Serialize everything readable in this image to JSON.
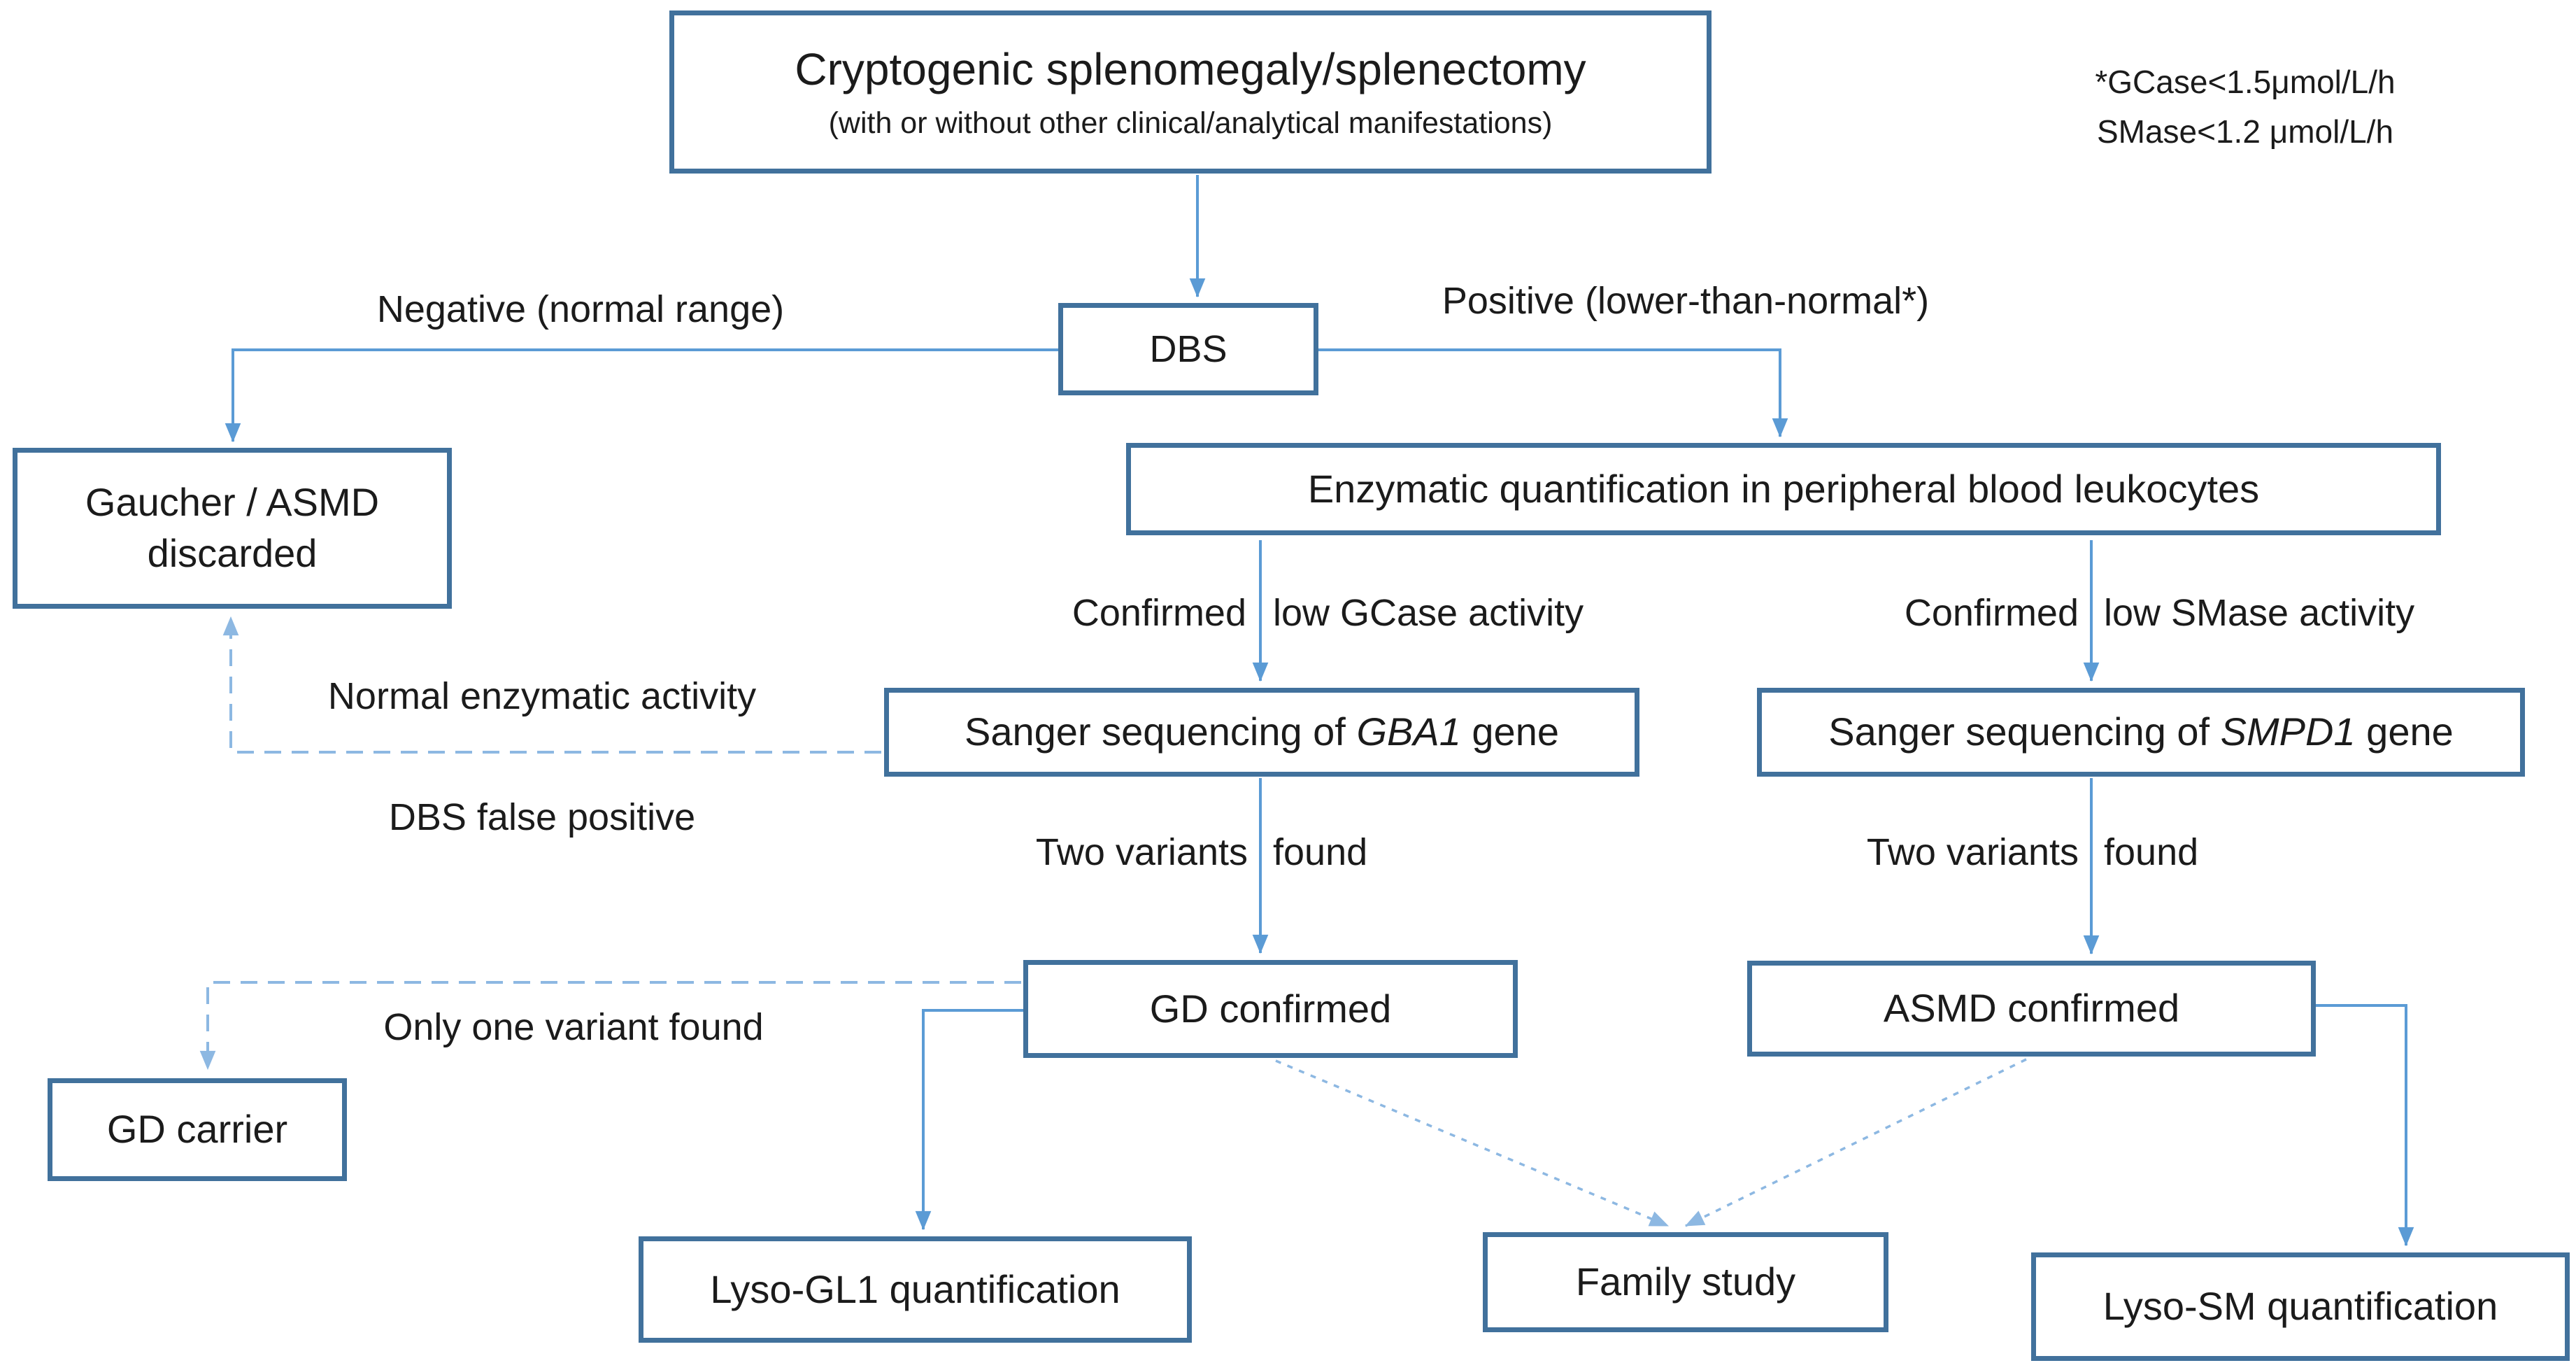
{
  "note": {
    "line1": "*GCase<1.5μmol/L/h",
    "line2": "SMase<1.2 μmol/L/h"
  },
  "nodes": {
    "cryptogenic": {
      "title": "Cryptogenic splenomegaly/splenectomy",
      "subtitle": "(with or without other clinical/analytical manifestations)"
    },
    "dbs": {
      "label": "DBS"
    },
    "discarded": {
      "line1": "Gaucher / ASMD",
      "line2": "discarded"
    },
    "enzymatic": {
      "label": "Enzymatic quantification in peripheral blood leukocytes"
    },
    "sanger_gba1": {
      "prefix": "Sanger sequencing of ",
      "gene": "GBA1",
      "suffix": " gene"
    },
    "sanger_smpd1": {
      "prefix": "Sanger sequencing of ",
      "gene": "SMPD1",
      "suffix": " gene"
    },
    "gd_confirmed": {
      "label": "GD confirmed"
    },
    "asmd_confirmed": {
      "label": "ASMD confirmed"
    },
    "gd_carrier": {
      "label": "GD carrier"
    },
    "lyso_gl1": {
      "label": "Lyso-GL1 quantification"
    },
    "family_study": {
      "label": "Family study"
    },
    "lyso_sm": {
      "label": "Lyso-SM quantification"
    }
  },
  "edge_labels": {
    "negative": "Negative (normal range)",
    "positive": "Positive (lower-than-normal*)",
    "confirmed_gcase": {
      "left": "Confirmed",
      "right": "low GCase activity"
    },
    "confirmed_smase": {
      "left": "Confirmed",
      "right": "low SMase activity"
    },
    "two_variants_gba1": {
      "left": "Two variants",
      "right": "found"
    },
    "two_variants_smpd1": {
      "left": "Two variants",
      "right": "found"
    },
    "normal_enzymatic": "Normal enzymatic activity",
    "dbs_false_positive": "DBS false positive",
    "only_one_variant": "Only one variant found"
  },
  "colors": {
    "box_border": "#41719C",
    "connector": "#5B9BD5",
    "dashed": "#8DB8E2",
    "text": "#1b1b1b",
    "background": "#ffffff"
  }
}
